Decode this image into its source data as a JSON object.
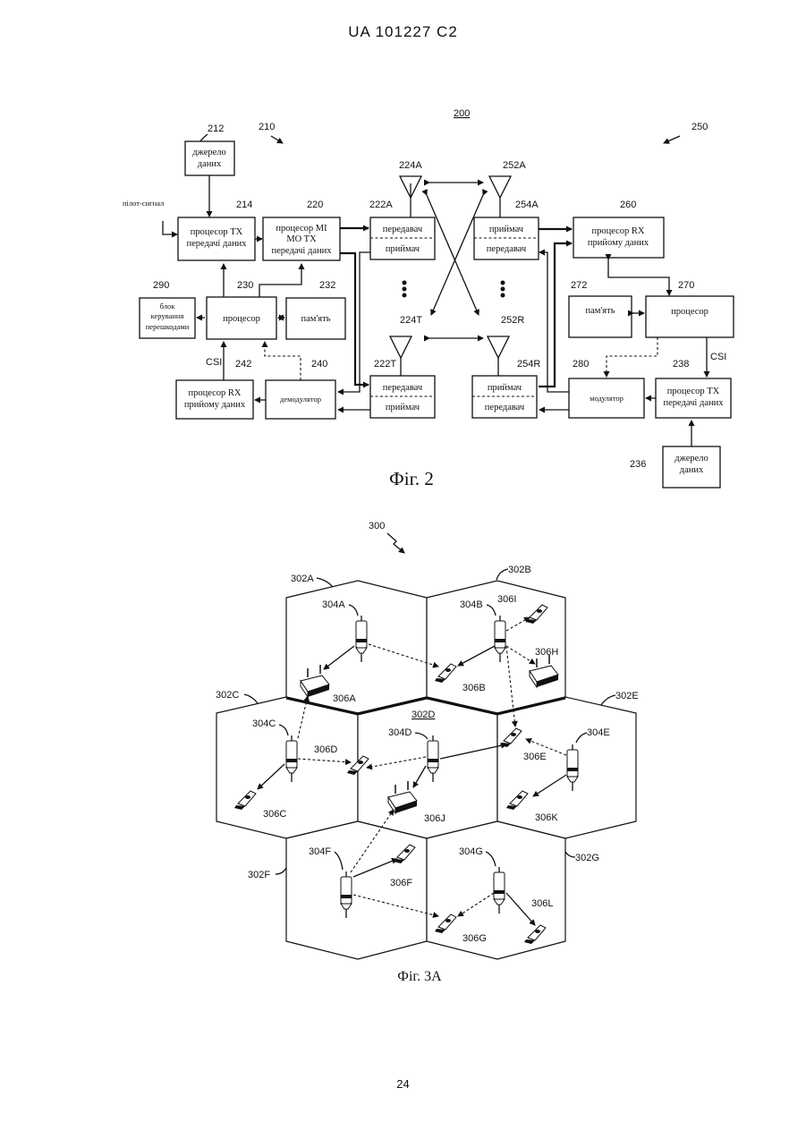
{
  "header": {
    "patent_id": "UA   101227   C2"
  },
  "page_number": "24",
  "fig2": {
    "caption": "Фіг. 2",
    "labels": {
      "system": "200",
      "tx_system": "210",
      "rx_system": "250",
      "n212": "212",
      "n214": "214",
      "n220": "220",
      "n222a": "222A",
      "n222t": "222T",
      "n224a": "224A",
      "n224t": "224T",
      "n230": "230",
      "n232": "232",
      "n240": "240",
      "n242": "242",
      "n290": "290",
      "n252a": "252A",
      "n252r": "252R",
      "n254a": "254A",
      "n254r": "254R",
      "n260": "260",
      "n270": "270",
      "n272": "272",
      "n280": "280",
      "n238": "238",
      "n236": "236",
      "csi_left": "CSI",
      "csi_right": "CSI"
    },
    "pilot": "пілот-сигнал",
    "blocks": {
      "source_left": [
        "джерело",
        "даних"
      ],
      "tx_proc_left": [
        "процесор TX",
        "передачі даних"
      ],
      "mimo_proc": [
        "процесор MI",
        "MO TX",
        "передачі даних"
      ],
      "tr_top_left": [
        "передавач",
        "приймач"
      ],
      "tr_bot_left": [
        "передавач",
        "приймач"
      ],
      "processor_left": "процесор",
      "memory_left": "пам'ять",
      "interference": [
        "блок",
        "керування",
        "перешкодами"
      ],
      "rx_proc_left": [
        "процесор RX",
        "прийому даних"
      ],
      "demodulator": "демодулятор",
      "rt_top_right": [
        "приймач",
        "передавач"
      ],
      "rt_bot_right": [
        "приймач",
        "передавач"
      ],
      "rx_proc_right": [
        "процесор RX",
        "прийому даних"
      ],
      "memory_right": "пам'ять",
      "processor_right": "процесор",
      "modulator": "модулятор",
      "tx_proc_right": [
        "процесор TX",
        "передачі даних"
      ],
      "source_right": [
        "джерело",
        "даних"
      ]
    }
  },
  "fig3a": {
    "caption": "Фіг. 3A",
    "system": "300",
    "cells": [
      "302A",
      "302B",
      "302C",
      "302D",
      "302E",
      "302F",
      "302G"
    ],
    "base_stations": [
      "304A",
      "304B",
      "304C",
      "304D",
      "304E",
      "304F",
      "304G"
    ],
    "terminals": [
      "306A",
      "306B",
      "306C",
      "306D",
      "306E",
      "306F",
      "306G",
      "306H",
      "306I",
      "306J",
      "306K",
      "306L"
    ]
  }
}
